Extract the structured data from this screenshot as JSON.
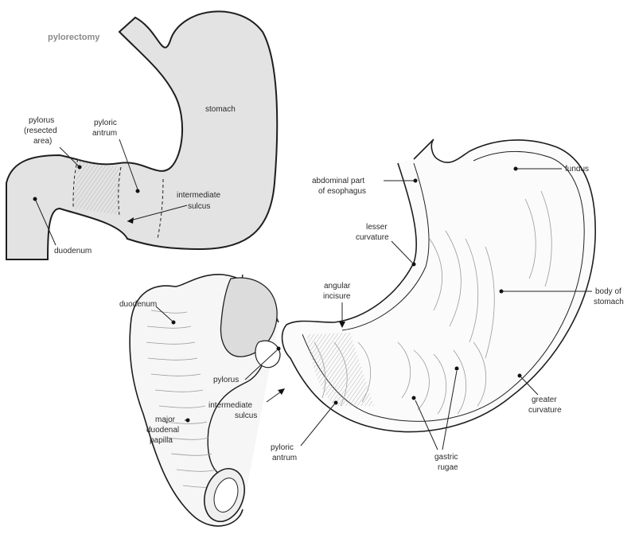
{
  "inset": {
    "title": "pylorectomy",
    "labels": {
      "stomach": "stomach",
      "pylorus": [
        "pylorus",
        "(resected",
        "area)"
      ],
      "pyloric_antrum": [
        "pyloric",
        "antrum"
      ],
      "intermediate_sulcus": [
        "intermediate",
        "sulcus"
      ],
      "duodenum": "duodenum"
    }
  },
  "main": {
    "labels": {
      "abdominal_esophagus": [
        "abdominal part",
        "of esophagus"
      ],
      "fundus": "fundus",
      "lesser_curvature": [
        "lesser",
        "curvature"
      ],
      "angular_incisure": [
        "angular",
        "incisure"
      ],
      "body_of_stomach": [
        "body of",
        "stomach"
      ],
      "duodenum": "duodenum",
      "pylorus": "pylorus",
      "intermediate_sulcus": [
        "intermediate",
        "sulcus"
      ],
      "major_duodenal_papilla": [
        "major",
        "duodenal",
        "papilla"
      ],
      "pyloric_antrum": [
        "pyloric",
        "antrum"
      ],
      "gastric_rugae": [
        "gastric",
        "rugae"
      ],
      "greater_curvature": [
        "greater",
        "curvature"
      ]
    }
  },
  "colors": {
    "inset_fill": "#e3e3e3",
    "outline": "#1e1e1e",
    "shading": "#9a9a9a"
  }
}
